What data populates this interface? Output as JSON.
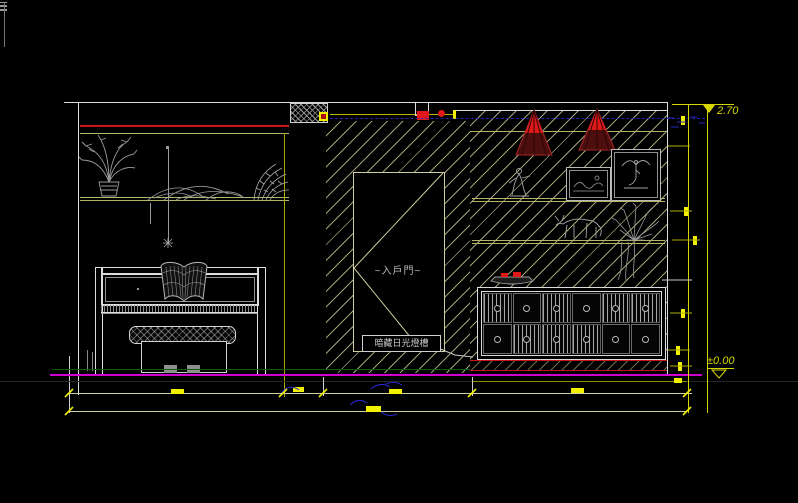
{
  "labels": {
    "door_sign": "~入戶門~",
    "light_trough": "暗藏日光燈槽",
    "level_top": "2.70",
    "level_bottom": "±0.00"
  },
  "colors": {
    "line": "#dcdcdc",
    "paleline": "#cfcf9e",
    "hatch": "#c8c896",
    "dim": "#d6d600",
    "dimtext": "#f0f000",
    "red": "#c81414",
    "darkred": "#4d0e0e",
    "brightred": "#e01818",
    "magenta": "#d000d0",
    "green": "#0e5a0e",
    "navy": "#2828c8",
    "grey": "#9a9a9a",
    "shelf": "#b5b566"
  },
  "cabinet": {
    "rows": [
      [
        "striped",
        "dark",
        "striped",
        "dark",
        "striped",
        "striped"
      ],
      [
        "dark",
        "striped",
        "striped",
        "striped",
        "dark",
        "dark"
      ]
    ]
  }
}
